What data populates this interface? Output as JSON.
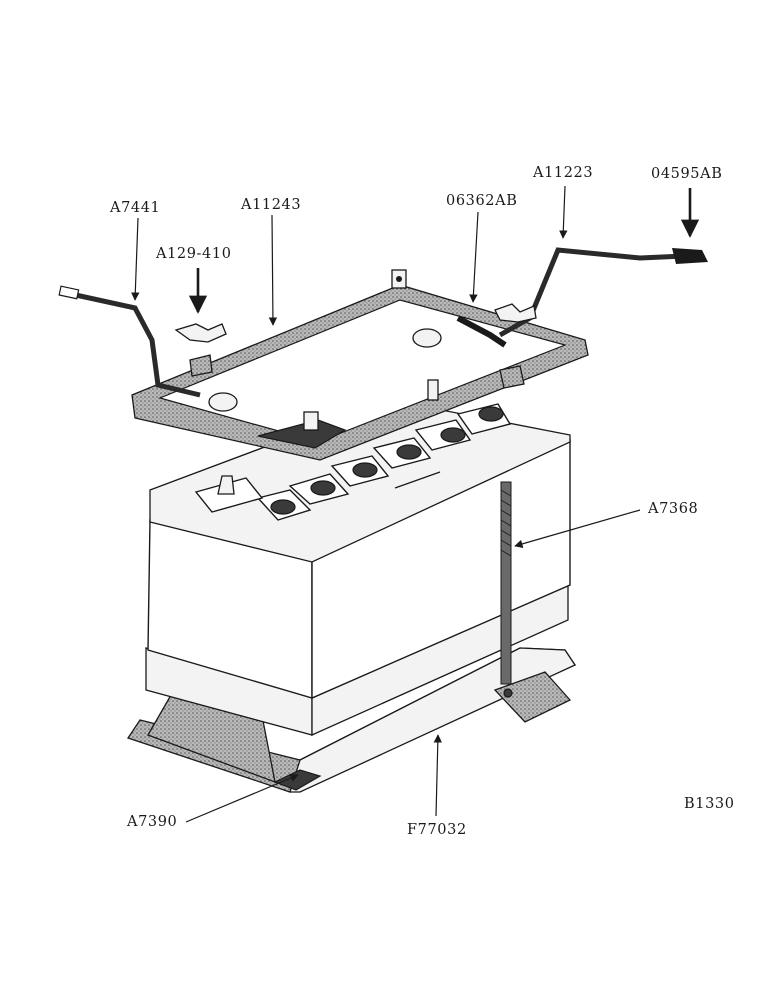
{
  "labels": {
    "a7441": "A7441",
    "a11243": "A11243",
    "a129_410": "A129-410",
    "n06362ab": "06362AB",
    "a11223": "A11223",
    "n04595ab": "04595AB",
    "a7368": "A7368",
    "a7390": "A7390",
    "f77032": "F77032",
    "b1330": "B1330"
  }
}
